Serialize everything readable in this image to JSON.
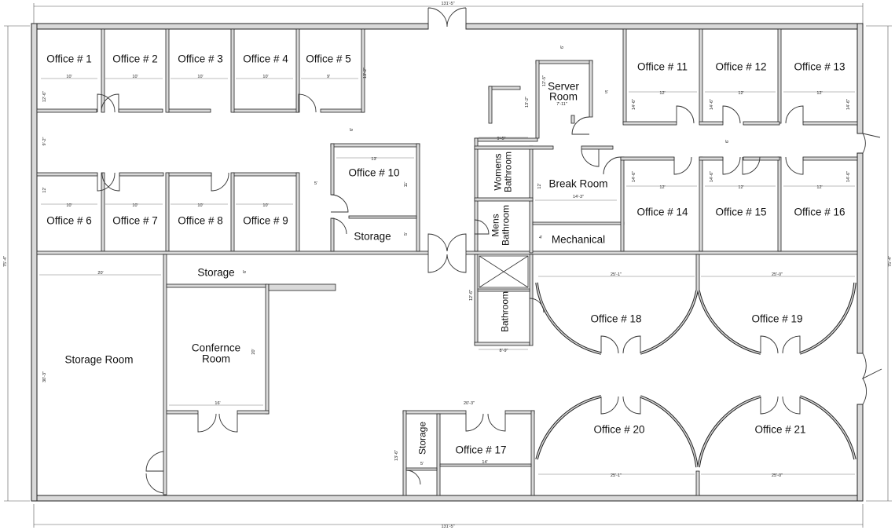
{
  "rooms": {
    "office1": "Office # 1",
    "office2": "Office # 2",
    "office3": "Office # 3",
    "office4": "Office # 4",
    "office5": "Office # 5",
    "office6": "Office # 6",
    "office7": "Office # 7",
    "office8": "Office # 8",
    "office9": "Office # 9",
    "office10": "Office # 10",
    "office11": "Office # 11",
    "office12": "Office # 12",
    "office13": "Office # 13",
    "office14": "Office # 14",
    "office15": "Office # 15",
    "office16": "Office # 16",
    "office17": "Office # 17",
    "office18": "Office # 18",
    "office19": "Office # 19",
    "office20": "Office # 20",
    "office21": "Office # 21",
    "server_line1": "Server",
    "server_line2": "Room",
    "break_room": "Break Room",
    "mechanical": "Mechanical",
    "womens_line1": "Womens",
    "womens_line2": "Bathroom",
    "mens_line1": "Mens",
    "mens_line2": "Bathroom",
    "bathroom": "Bathroom",
    "storage_a": "Storage",
    "storage_b": "Storage",
    "storage_c": "Storage",
    "storage_room": "Storage Room",
    "conference_line1": "Confernce",
    "conference_line2": "Room"
  },
  "dimensions": {
    "overall_width_top": "131'-5\"",
    "overall_width_bottom": "131'-5\"",
    "overall_height_left": "75'-4\"",
    "overall_height_right": "75'-4\"",
    "office_width": "10'",
    "office5_width": "9'",
    "office_depth": "12'-6\"",
    "office5_depth": "13'-2\"",
    "corridor_left": "9'-2\"",
    "office6_depth": "12'",
    "corridor_gap": "6'",
    "office10_width": "13'",
    "office10_depth": "11'",
    "storage_small": "5'",
    "office10_gap": "5'",
    "server_width": "7'-11\"",
    "server_depth": "12'-5\"",
    "server_top": "6'",
    "server_side": "13'-2\"",
    "corridor_right": "5'",
    "office_r_width": "12'",
    "office_r_depth": "14'-6\"",
    "womens_width": "9'-5\"",
    "break_width": "14'-3\"",
    "break_depth": "12'",
    "mech_depth": "4'",
    "bath_width": "8'-9\"",
    "bath_depth": "12'-6\"",
    "office18_width": "25'-1\"",
    "office19_width": "25'-0\"",
    "office20_width": "25'-1\"",
    "office21_width": "25'-0\"",
    "storage_room_width": "20'",
    "storage_room_depth": "30'-3\"",
    "storage_mid_gap": "6'",
    "conference_depth": "20'",
    "conference_width": "16'",
    "office17_top": "20'-3\"",
    "office17_width": "14'",
    "storage_c_width": "5'",
    "storage_c_depth": "13'-6\"",
    "office_r_corridor": "6'"
  },
  "colors": {
    "wall": "#222222",
    "wall_fill": "#d9d9d9",
    "line": "#333333",
    "background": "#ffffff"
  }
}
